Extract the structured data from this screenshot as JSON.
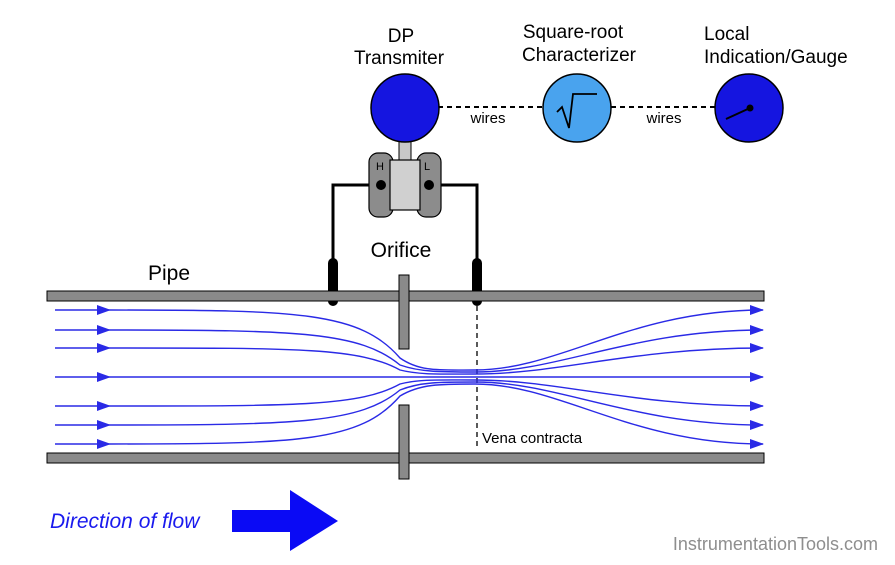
{
  "labels": {
    "dp_line1": "DP",
    "dp_line2": "Transmiter",
    "char_line1": "Square-root",
    "char_line2": "Characterizer",
    "gauge_line1": "Local",
    "gauge_line2": "Indication/Gauge",
    "wires_1": "wires",
    "wires_2": "wires",
    "h_tap": "H",
    "l_tap": "L",
    "orifice": "Orifice",
    "pipe": "Pipe",
    "vena": "Vena contracta",
    "direction": "Direction of flow",
    "watermark": "InstrumentationTools.com"
  },
  "colors": {
    "instrument_blue": "#1515e0",
    "characterizer_blue": "#49a3ee",
    "flow_line": "#2a2ae6",
    "arrow_blue": "#0a0af5",
    "pipe_gray": "#8a8a8a",
    "manifold_gray": "#8c8c8c",
    "watermark": "#8e8e8e"
  },
  "icons": {
    "characterizer": "square-root-icon",
    "gauge": "gauge-needle-icon"
  }
}
